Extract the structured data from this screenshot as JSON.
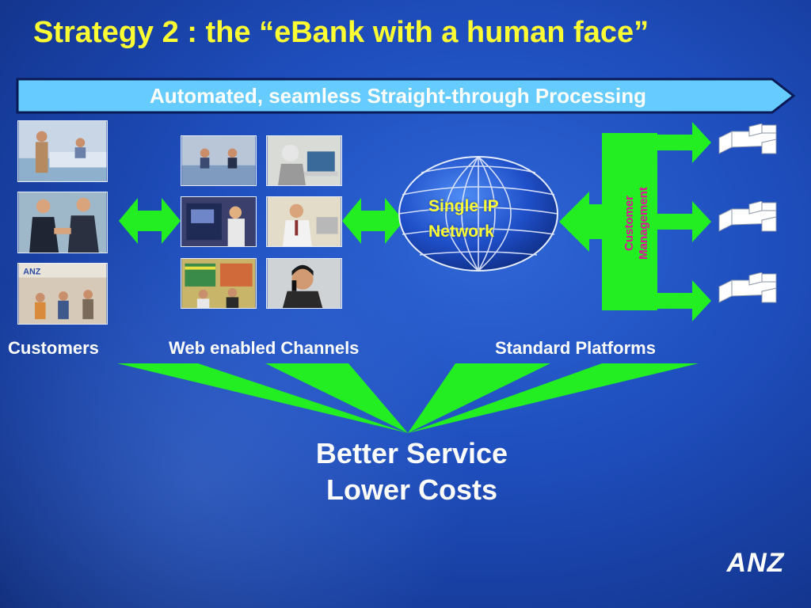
{
  "title": "Strategy 2 : the “eBank with a human face”",
  "banner": {
    "text": "Automated, seamless Straight-through Processing"
  },
  "network": {
    "line1": "Single IP",
    "line2": "Network"
  },
  "customer_management": {
    "line1": "Customer",
    "line2": "Management"
  },
  "labels": {
    "customers": "Customers",
    "channels": "Web enabled Channels",
    "platforms": "Standard Platforms"
  },
  "outcome": {
    "line1": "Better Service",
    "line2": "Lower Costs"
  },
  "logo": {
    "text": "ANZ"
  },
  "photos": {
    "customers": [
      "bank-counter-photo",
      "handshake-photo",
      "branch-photo"
    ],
    "channels": [
      "teller-photo",
      "laptop-user-photo",
      "atm-photo",
      "desk-worker-photo",
      "store-photo",
      "phone-user-photo"
    ]
  },
  "colors": {
    "title": "#ffff33",
    "accent_green": "#22ee22",
    "banner_fill": "#66ccff",
    "cm_text": "#e0119a",
    "background": "#1f4fbf"
  }
}
